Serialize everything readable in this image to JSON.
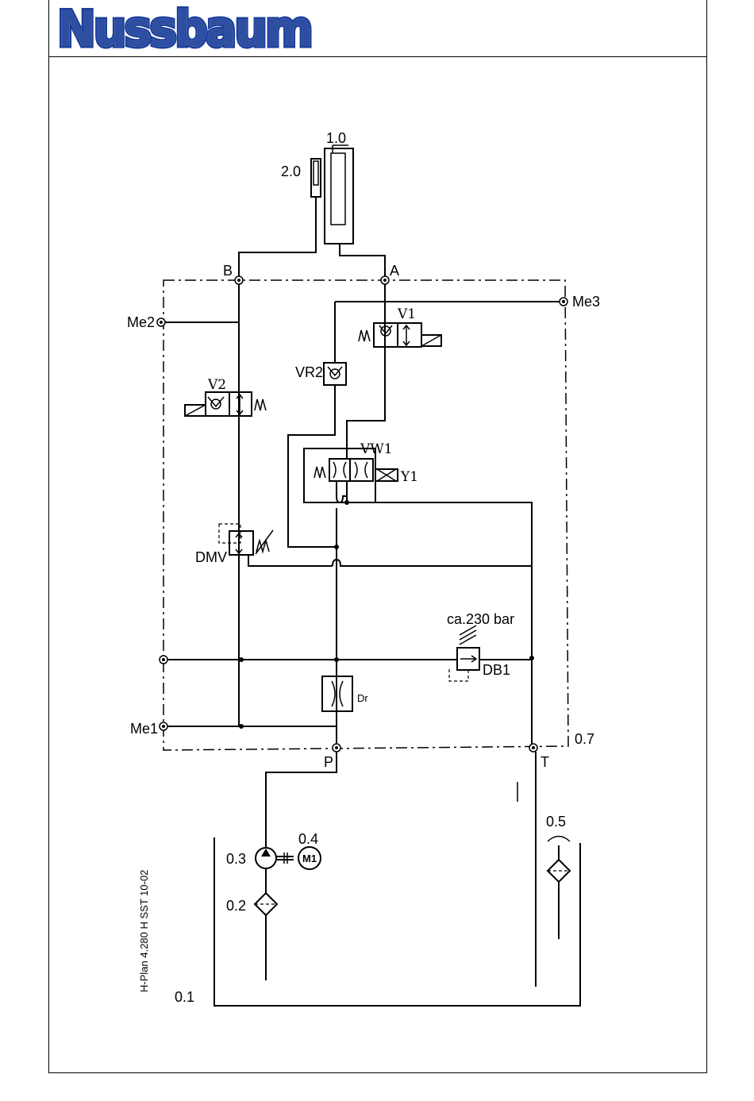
{
  "header": {
    "logo_text": "Nussbaum",
    "brand_color": "#1c3f9a"
  },
  "schematic": {
    "labels": {
      "cylinder": "1.0",
      "accumulator": "2.0",
      "port_b": "B",
      "port_a": "A",
      "me3": "Me3",
      "me2": "Me2",
      "me1": "Me1",
      "v1": "V1",
      "v2": "V2",
      "vr2": "VR2",
      "vw1": "VW1",
      "y1": "Y1",
      "dmv": "DMV",
      "pressure": "ca.230 bar",
      "db1": "DB1",
      "dr": "Dr",
      "block": "0.7",
      "port_p": "P",
      "port_t": "T",
      "pump": "0.3",
      "motor": "0.4",
      "motor_symbol": "M1",
      "suction_filter": "0.2",
      "return_filter": "0.5",
      "tank": "0.1",
      "drawing_id": "H-Plan 4.280 H SST 10-02"
    }
  }
}
